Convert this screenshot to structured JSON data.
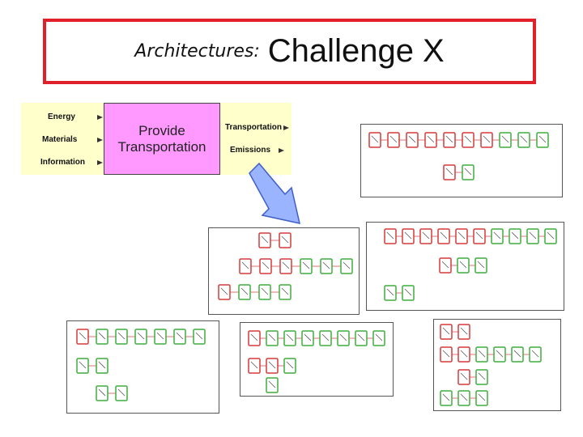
{
  "title": {
    "prefix": "Architectures:",
    "main": "Challenge X"
  },
  "function_block": {
    "name": [
      "Provide",
      "Transportation"
    ],
    "inputs": [
      "Energy",
      "Materials",
      "Information"
    ],
    "outputs": [
      "Transportation",
      "Emissions"
    ]
  },
  "colors": {
    "title_border": "#e0202a",
    "function_bg": "#ffffcc",
    "function_center": "#ff99ff",
    "arrow_fill": "#9ab4ff",
    "component_red": "#d63a3a",
    "component_green": "#3fae3f",
    "connector": "#e07070"
  },
  "icons": [
    "blue-down-arrow-icon",
    "component-box-icon"
  ]
}
